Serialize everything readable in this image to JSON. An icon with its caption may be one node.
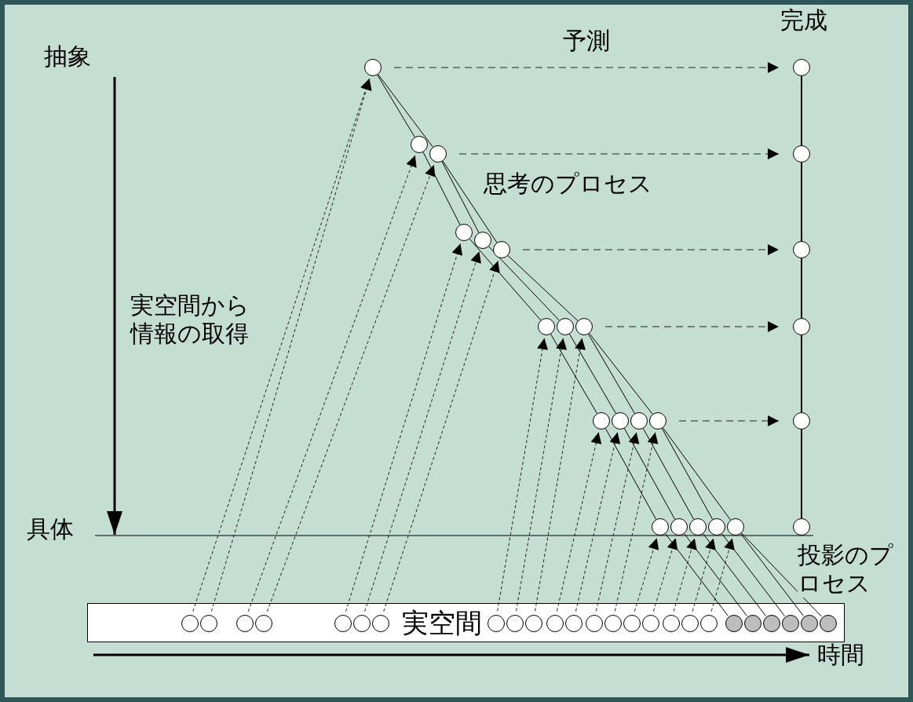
{
  "diagram": {
    "nodes": [
      {
        "text": [],
        "shape": "circle"
      },
      {
        "text": [],
        "shape": "circle"
      },
      {
        "text": [],
        "shape": "circle"
      },
      {
        "text": [],
        "shape": "circle"
      },
      {
        "text": [],
        "shape": "circle"
      },
      {
        "text": [],
        "shape": "circle"
      },
      {
        "text": [],
        "shape": "circle"
      },
      {
        "text": [],
        "shape": "circle"
      },
      {
        "text": [],
        "shape": "circle"
      },
      {
        "text": [],
        "shape": "circle"
      },
      {
        "text": [],
        "shape": "circle"
      },
      {
        "text": [],
        "shape": "circle"
      },
      {
        "text": [],
        "shape": "circle"
      },
      {
        "text": [],
        "shape": "circle"
      },
      {
        "text": [],
        "shape": "circle"
      },
      {
        "text": [],
        "shape": "circle"
      },
      {
        "text": [],
        "shape": "circle"
      },
      {
        "text": [],
        "shape": "circle"
      },
      {
        "text": [],
        "shape": "circle"
      },
      {
        "text": [],
        "shape": "circle"
      },
      {
        "text": [],
        "shape": "circle"
      },
      {
        "text": [],
        "shape": "circle"
      },
      {
        "text": [],
        "shape": "circle"
      },
      {
        "text": [],
        "shape": "circle"
      },
      {
        "text": [
          "実空間"
        ]
      },
      {
        "text": [],
        "shape": "circle",
        "in": 24
      },
      {
        "text": [],
        "shape": "circle",
        "in": 24
      },
      {
        "text": [],
        "shape": "circle",
        "in": 24
      },
      {
        "text": [],
        "shape": "circle",
        "in": 24
      },
      {
        "text": [],
        "shape": "circle",
        "in": 24
      },
      {
        "text": [],
        "shape": "circle",
        "in": 24
      },
      {
        "text": [],
        "shape": "circle",
        "in": 24
      },
      {
        "text": [],
        "shape": "circle",
        "in": 24
      },
      {
        "text": [],
        "shape": "circle",
        "in": 24
      },
      {
        "text": [],
        "shape": "circle",
        "in": 24
      },
      {
        "text": [],
        "shape": "circle",
        "in": 24
      },
      {
        "text": [],
        "shape": "circle",
        "in": 24
      },
      {
        "text": [],
        "shape": "circle",
        "in": 24
      },
      {
        "text": [],
        "shape": "circle",
        "in": 24
      },
      {
        "text": [],
        "shape": "circle",
        "in": 24
      },
      {
        "text": [],
        "shape": "circle",
        "in": 24
      },
      {
        "text": [],
        "shape": "circle",
        "in": 24
      },
      {
        "text": [],
        "shape": "circle",
        "in": 24
      },
      {
        "text": [],
        "shape": "circle",
        "in": 24
      },
      {
        "text": [],
        "shape": "circle",
        "in": 24
      },
      {
        "text": [],
        "shape": "circle",
        "in": 24
      },
      {
        "text": [],
        "shape": "circle",
        "in": 24
      },
      {
        "text": [],
        "shape": "circle",
        "in": 24
      },
      {
        "text": [],
        "shape": "circle",
        "in": 24
      },
      {
        "text": [],
        "shape": "circle",
        "in": 24
      }
    ],
    "edges": [
      {
        "from": 0,
        "to": 18,
        "arrow": "to",
        "style": "dashed",
        "label": "予測"
      },
      {
        "from": 2,
        "to": 19,
        "arrow": "to",
        "style": "dashed"
      },
      {
        "from": 5,
        "to": 20,
        "arrow": "to",
        "style": "dashed"
      },
      {
        "from": 8,
        "to": 21,
        "arrow": "to",
        "style": "dashed"
      },
      {
        "from": 12,
        "to": 22,
        "arrow": "to",
        "style": "dashed"
      },
      {
        "from": 18,
        "to": 19,
        "arrow": "none"
      },
      {
        "from": 19,
        "to": 20,
        "arrow": "none"
      },
      {
        "from": 20,
        "to": 21,
        "arrow": "none"
      },
      {
        "from": 21,
        "to": 22,
        "arrow": "none"
      },
      {
        "from": 22,
        "to": 23,
        "arrow": "none"
      },
      {
        "from": 0,
        "to": 1,
        "arrow": "none"
      },
      {
        "from": 0,
        "to": 2,
        "arrow": "none"
      },
      {
        "from": 1,
        "to": 3,
        "arrow": "none"
      },
      {
        "from": 2,
        "to": 4,
        "arrow": "none"
      },
      {
        "from": 2,
        "to": 5,
        "arrow": "none"
      },
      {
        "from": 3,
        "to": 6,
        "arrow": "none"
      },
      {
        "from": 4,
        "to": 7,
        "arrow": "none"
      },
      {
        "from": 5,
        "to": 8,
        "arrow": "none"
      },
      {
        "from": 6,
        "to": 9,
        "arrow": "none"
      },
      {
        "from": 7,
        "to": 10,
        "arrow": "none"
      },
      {
        "from": 8,
        "to": 11,
        "arrow": "none"
      },
      {
        "from": 8,
        "to": 12,
        "arrow": "none"
      },
      {
        "from": 9,
        "to": 13,
        "arrow": "none"
      },
      {
        "from": 10,
        "to": 14,
        "arrow": "none"
      },
      {
        "from": 11,
        "to": 15,
        "arrow": "none"
      },
      {
        "from": 12,
        "to": 16,
        "arrow": "none"
      },
      {
        "from": 12,
        "to": 17,
        "arrow": "none"
      },
      {
        "from": 13,
        "to": 44,
        "arrow": "none"
      },
      {
        "from": 14,
        "to": 45,
        "arrow": "none"
      },
      {
        "from": 15,
        "to": 46,
        "arrow": "none"
      },
      {
        "from": 16,
        "to": 47,
        "arrow": "none"
      },
      {
        "from": 17,
        "to": 48,
        "arrow": "none"
      },
      {
        "from": 17,
        "to": 49,
        "arrow": "none"
      },
      {
        "from": 25,
        "to": 0,
        "arrow": "to",
        "style": "dashed"
      },
      {
        "from": 26,
        "to": 0,
        "arrow": "to",
        "style": "dashed"
      },
      {
        "from": 27,
        "to": 1,
        "arrow": "to",
        "style": "dashed"
      },
      {
        "from": 28,
        "to": 2,
        "arrow": "to",
        "style": "dashed"
      },
      {
        "from": 29,
        "to": 3,
        "arrow": "to",
        "style": "dashed"
      },
      {
        "from": 30,
        "to": 4,
        "arrow": "to",
        "style": "dashed"
      },
      {
        "from": 31,
        "to": 5,
        "arrow": "to",
        "style": "dashed"
      },
      {
        "from": 32,
        "to": 6,
        "arrow": "to",
        "style": "dashed"
      },
      {
        "from": 33,
        "to": 7,
        "arrow": "to",
        "style": "dashed"
      },
      {
        "from": 34,
        "to": 8,
        "arrow": "to",
        "style": "dashed"
      },
      {
        "from": 35,
        "to": 9,
        "arrow": "to",
        "style": "dashed"
      },
      {
        "from": 36,
        "to": 10,
        "arrow": "to",
        "style": "dashed"
      },
      {
        "from": 37,
        "to": 11,
        "arrow": "to",
        "style": "dashed"
      },
      {
        "from": 38,
        "to": 12,
        "arrow": "to",
        "style": "dashed"
      },
      {
        "from": 39,
        "to": 13,
        "arrow": "to",
        "style": "dashed"
      },
      {
        "from": 40,
        "to": 14,
        "arrow": "to",
        "style": "dashed"
      },
      {
        "from": 41,
        "to": 15,
        "arrow": "to",
        "style": "dashed"
      },
      {
        "from": 42,
        "to": 16,
        "arrow": "to",
        "style": "dashed"
      },
      {
        "from": 43,
        "to": 17,
        "arrow": "to",
        "style": "dashed"
      }
    ],
    "labels": [
      "完成",
      "抽象",
      "思考のプロセス",
      "実空間から情報の取得",
      "具体",
      "投影のプロセス",
      "時間"
    ]
  }
}
